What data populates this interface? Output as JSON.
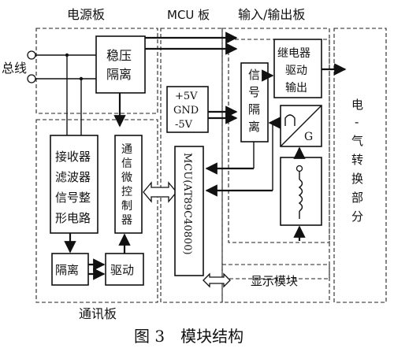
{
  "panels": {
    "power": "电源板",
    "mcu": "MCU 板",
    "io": "输入/输出板",
    "comm": "通讯板"
  },
  "bus_label": "总线",
  "blocks": {
    "regulator": [
      "稳压",
      "隔离"
    ],
    "receiver": [
      "接收器",
      "滤波器",
      "信号整",
      "形电路"
    ],
    "isolation": "隔离",
    "driver": "驱动",
    "comm_controller": [
      "通",
      "信",
      "微",
      "控",
      "制",
      "器"
    ],
    "power_out": [
      "+5V",
      "GND",
      "-5V"
    ],
    "mcu": "MCU(AT89C40800)",
    "signal_isolation": [
      "信",
      "号",
      "隔",
      "离"
    ],
    "relay": [
      "继电器",
      "驱动",
      "输出"
    ],
    "converter_g": "G",
    "display": "显示模块",
    "ep_converter": [
      "电",
      "-",
      "气",
      "转",
      "换",
      "部",
      "分"
    ]
  },
  "caption": "图 3　模块结构"
}
